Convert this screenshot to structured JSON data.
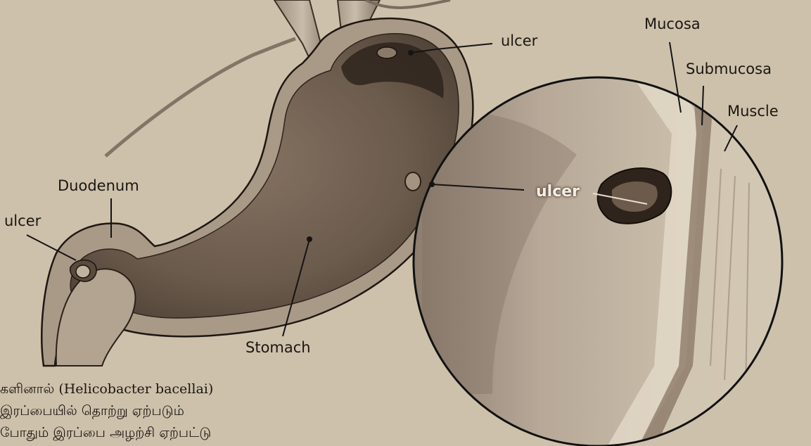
{
  "labels": {
    "ulcer_top": "ulcer",
    "mucosa": "Mucosa",
    "submucosa": "Submucosa",
    "muscle": "Muscle",
    "duodenum": "Duodenum",
    "ulcer_left": "ulcer",
    "ulcer_center": "ulcer",
    "stomach": "Stomach"
  },
  "caption": {
    "line1": "களினால் (Helicobacter bacellai)",
    "line2": "இரப்பையில் தொற்று ஏற்படும்",
    "line3": "போதும் இரப்பை அழற்சி ஏற்பட்டு"
  },
  "colors": {
    "paper": "#cdc1ab",
    "stomach_inner": "#6e5d4e",
    "stomach_wall": "#a8988a",
    "outline": "#141414"
  }
}
